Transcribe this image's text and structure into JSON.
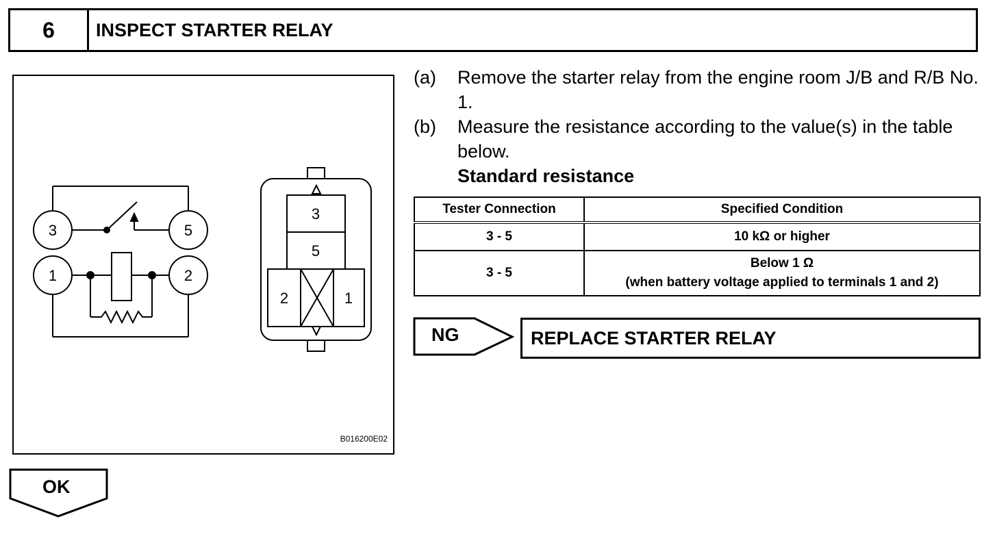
{
  "header": {
    "step_number": "6",
    "title": "INSPECT STARTER RELAY"
  },
  "figure": {
    "code": "B016200E02",
    "schematic_terminals": [
      "3",
      "5",
      "1",
      "2"
    ],
    "connector_terminals": [
      "3",
      "5",
      "2",
      "1"
    ]
  },
  "procedure": {
    "steps": [
      {
        "label": "(a)",
        "text": "Remove the starter relay from the engine room J/B and R/B No. 1."
      },
      {
        "label": "(b)",
        "text": "Measure the resistance according to the value(s) in the table below."
      }
    ],
    "standard_title": "Standard resistance"
  },
  "table": {
    "headers": [
      "Tester Connection",
      "Specified Condition"
    ],
    "rows": [
      {
        "connection": "3 - 5",
        "condition": "10 kΩ or higher",
        "condition_note": ""
      },
      {
        "connection": "3 - 5",
        "condition": "Below 1 Ω",
        "condition_note": "(when battery voltage applied to terminals 1 and 2)"
      }
    ]
  },
  "ng": {
    "label": "NG",
    "action": "REPLACE STARTER RELAY"
  },
  "ok": {
    "label": "OK"
  }
}
